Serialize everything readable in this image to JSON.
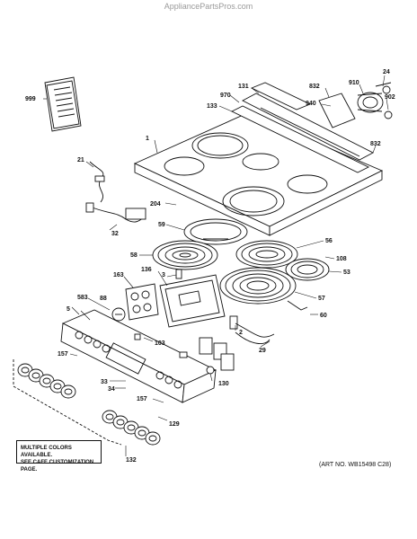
{
  "watermark": "AppliancePartsPros.com",
  "art_number": "(ART NO. WB15498 C28)",
  "notice": {
    "line1": "MULTIPLE COLORS AVAILABLE.",
    "line2": "SEE CAFE CUSTOMIZATION PAGE."
  },
  "parts": {
    "p999": "999",
    "p1": "1",
    "p21": "21",
    "p32": "32",
    "p204": "204",
    "p59": "59",
    "p58": "58",
    "p56": "56",
    "p108": "108",
    "p53": "53",
    "p57": "57",
    "p60": "60",
    "p3": "3",
    "p163": "163",
    "p136": "136",
    "p583": "583",
    "p88": "88",
    "p5": "5",
    "p103": "103",
    "p2": "2",
    "p29": "29",
    "p157a": "157",
    "p157b": "157",
    "p33": "33",
    "p34": "34",
    "p130": "130",
    "p129": "129",
    "p132": "132",
    "p131": "131",
    "p970": "970",
    "p133": "133",
    "p832a": "832",
    "p832b": "832",
    "p940": "940",
    "p910": "910",
    "p24": "24",
    "p902": "902"
  }
}
